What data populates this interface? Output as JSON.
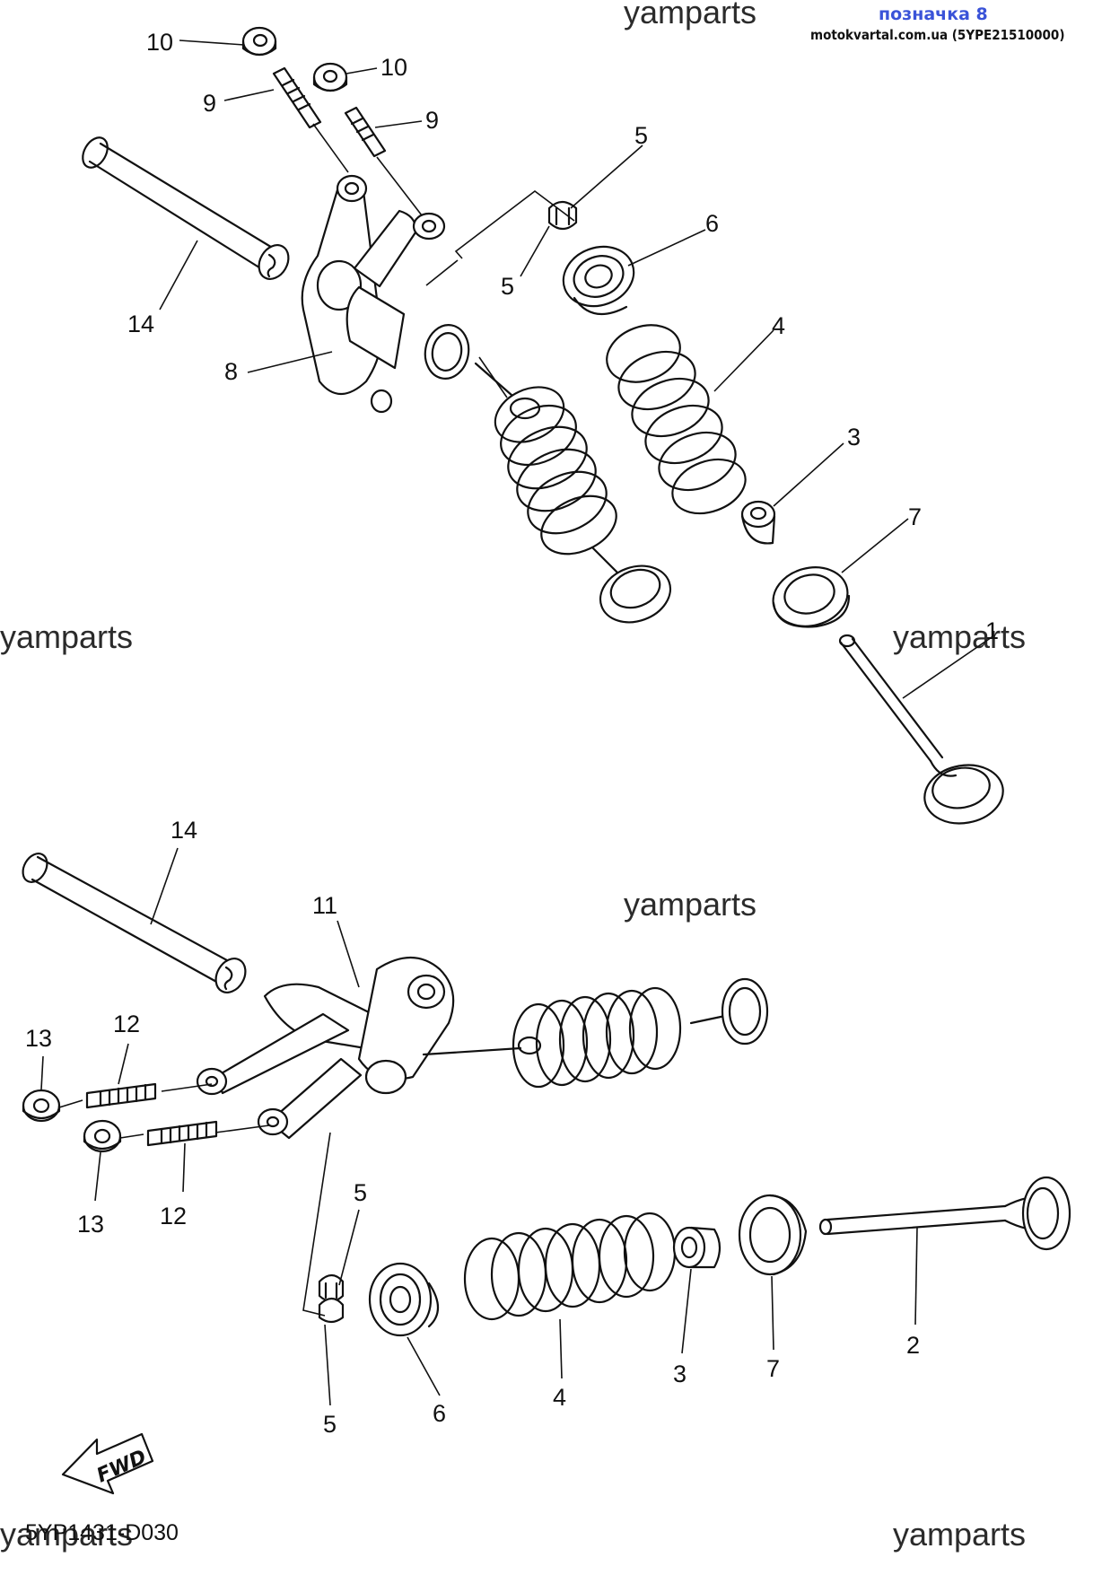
{
  "header": {
    "badge": "позначка 8",
    "source": "motokvartal.com.ua (5YPE21510000)"
  },
  "watermarks": [
    "yamparts",
    "yamparts",
    "yamparts",
    "yamparts",
    "yamparts",
    "yamparts"
  ],
  "diagram_code": "5YP1431-D030",
  "fwd_label": "FWD",
  "callouts": {
    "c10a": "10",
    "c10b": "10",
    "c9a": "9",
    "c9b": "9",
    "c14a": "14",
    "c8": "8",
    "c5a": "5",
    "c5b": "5",
    "c6a": "6",
    "c4a": "4",
    "c3a": "3",
    "c7a": "7",
    "c1": "1",
    "c14b": "14",
    "c11": "11",
    "c13a": "13",
    "c13b": "13",
    "c12a": "12",
    "c12b": "12",
    "c5c": "5",
    "c5d": "5",
    "c6b": "6",
    "c4b": "4",
    "c3b": "3",
    "c7b": "7",
    "c2": "2"
  }
}
